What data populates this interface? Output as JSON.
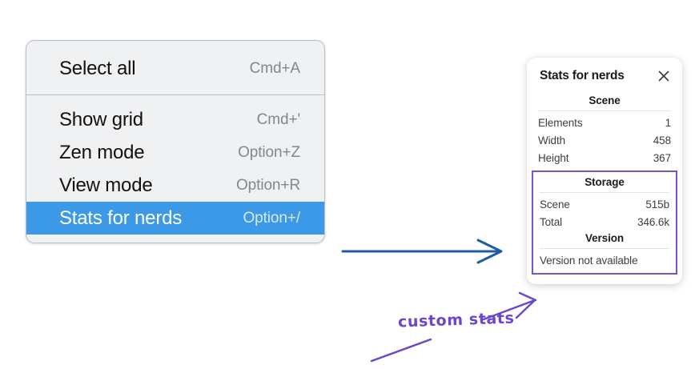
{
  "context_menu": {
    "sections": [
      {
        "items": [
          {
            "label": "Select all",
            "shortcut": "Cmd+A",
            "selected": false
          }
        ]
      },
      {
        "items": [
          {
            "label": "Show grid",
            "shortcut": "Cmd+'",
            "selected": false
          },
          {
            "label": "Zen mode",
            "shortcut": "Option+Z",
            "selected": false
          },
          {
            "label": "View mode",
            "shortcut": "Option+R",
            "selected": false
          },
          {
            "label": "Stats for nerds",
            "shortcut": "Option+/",
            "selected": true
          }
        ]
      }
    ],
    "selected_bg": "#3b99e8"
  },
  "stats_panel": {
    "title": "Stats for nerds",
    "close_icon": "close-icon",
    "scene": {
      "heading": "Scene",
      "rows": [
        {
          "label": "Elements",
          "value": "1"
        },
        {
          "label": "Width",
          "value": "458"
        },
        {
          "label": "Height",
          "value": "367"
        }
      ]
    },
    "storage": {
      "heading": "Storage",
      "rows": [
        {
          "label": "Scene",
          "value": "515b"
        },
        {
          "label": "Total",
          "value": "346.6k"
        }
      ]
    },
    "version": {
      "heading": "Version",
      "note": "Version not available"
    },
    "highlight_color": "#7750d8"
  },
  "annotations": {
    "handwritten_label": "custom stats",
    "arrow_blue_color": "#1f5e9e",
    "arrow_purple_color": "#6c45cf"
  }
}
